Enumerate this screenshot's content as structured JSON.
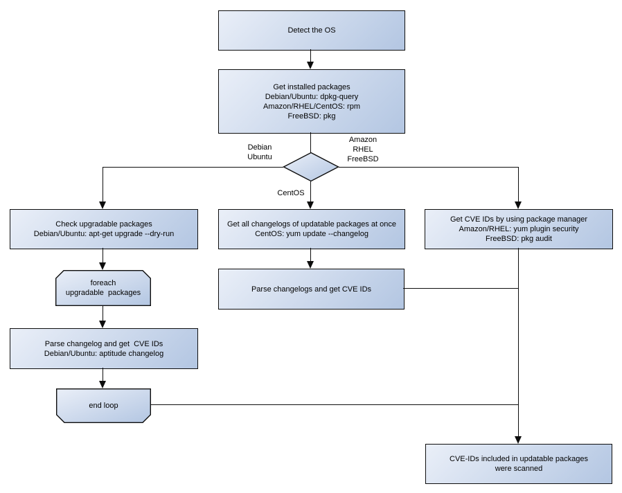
{
  "colors": {
    "node_fill_start": "#eaeff8",
    "node_fill_end": "#b3c6e2",
    "node_border": "#0d0d0d",
    "line_color": "#0d0d0d",
    "text_color": "#000000",
    "canvas_bg": "#ffffff"
  },
  "nodes": {
    "detect_os": {
      "lines": [
        "Detect the OS"
      ]
    },
    "get_installed": {
      "lines": [
        "Get installed packages",
        "Debian/Ubuntu: dpkg-query",
        "Amazon/RHEL/CentOS: rpm",
        "FreeBSD: pkg"
      ]
    },
    "check_upgradable": {
      "lines": [
        "Check upgradable packages",
        "Debian/Ubuntu: apt-get upgrade --dry-run"
      ]
    },
    "foreach_loop": {
      "lines": [
        "foreach",
        "upgradable  packages"
      ]
    },
    "parse_changelog_deb": {
      "lines": [
        "Parse changelog and get  CVE IDs",
        "Debian/Ubuntu: aptitude changelog"
      ]
    },
    "end_loop": {
      "lines": [
        "end loop"
      ]
    },
    "get_changelogs_centos": {
      "lines": [
        "Get all changelogs of updatable packages at once",
        "CentOS: yum update --changelog"
      ]
    },
    "parse_changelogs_centos": {
      "lines": [
        "Parse changelogs and get CVE IDs"
      ]
    },
    "get_cve_pkg_manager": {
      "lines": [
        "Get CVE IDs by using package manager",
        "Amazon/RHEL: yum plugin security",
        "FreeBSD: pkg audit"
      ]
    },
    "scan_result": {
      "lines": [
        "CVE-IDs included in updatable packages",
        "were scanned"
      ]
    }
  },
  "edge_labels": {
    "debian_ubuntu": {
      "lines": [
        "Debian",
        "Ubuntu"
      ]
    },
    "amazon_rhel_freebsd": {
      "lines": [
        "Amazon",
        "RHEL",
        "FreeBSD"
      ]
    },
    "centos": {
      "lines": [
        "CentOS"
      ]
    }
  }
}
